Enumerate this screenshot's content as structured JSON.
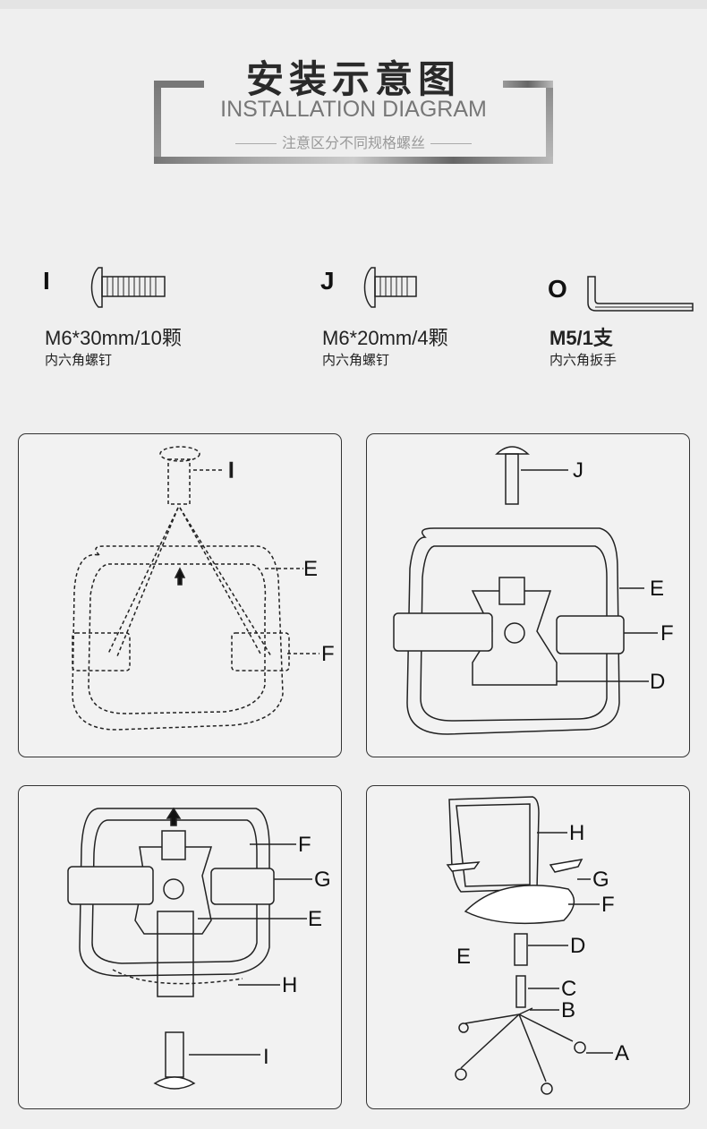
{
  "header": {
    "title_cn": "安装示意图",
    "title_en": "INSTALLATION DIAGRAM",
    "subtitle": "注意区分不同规格螺丝"
  },
  "parts": [
    {
      "letter": "I",
      "spec": "M6*30mm/10颗",
      "name": "内六角螺钉",
      "icon": "bolt-long-icon"
    },
    {
      "letter": "J",
      "spec": "M6*20mm/4颗",
      "name": "内六角螺钉",
      "icon": "bolt-short-icon"
    },
    {
      "letter": "O",
      "spec": "M5/1支",
      "name": "内六角扳手",
      "icon": "hex-key-icon"
    }
  ],
  "steps": [
    {
      "labels": [
        "I",
        "E",
        "F"
      ]
    },
    {
      "labels": [
        "J",
        "E",
        "F",
        "D"
      ]
    },
    {
      "labels": [
        "F",
        "G",
        "E",
        "H",
        "I"
      ]
    },
    {
      "labels": [
        "H",
        "G",
        "F",
        "E",
        "D",
        "C",
        "B",
        "A"
      ]
    }
  ]
}
